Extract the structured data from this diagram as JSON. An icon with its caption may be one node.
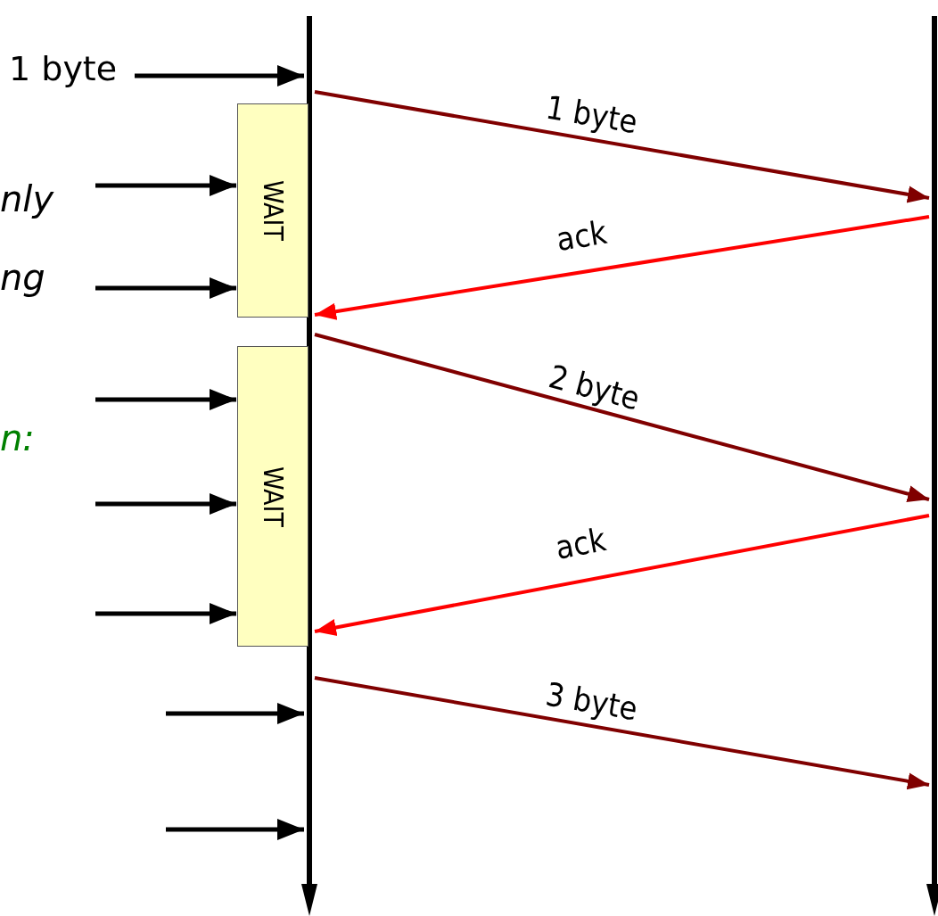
{
  "diagram": {
    "nodes": [
      {
        "text": [
          "1 byte"
        ]
      },
      {
        "text": [],
        "shape": "bar"
      },
      {
        "text": [],
        "shape": "bar"
      },
      {
        "text": [
          "WAIT"
        ]
      },
      {
        "text": [
          "WAIT"
        ]
      }
    ],
    "edges": [
      {
        "from": 0,
        "to": 1,
        "arrow": "to"
      },
      {
        "from": null,
        "to": 3,
        "arrow": "to"
      },
      {
        "from": null,
        "to": 3,
        "arrow": "to"
      },
      {
        "from": null,
        "to": 4,
        "arrow": "to"
      },
      {
        "from": null,
        "to": 4,
        "arrow": "to"
      },
      {
        "from": null,
        "to": 4,
        "arrow": "to"
      },
      {
        "from": null,
        "to": 1,
        "arrow": "to"
      },
      {
        "from": null,
        "to": 1,
        "arrow": "to"
      },
      {
        "from": 1,
        "to": 2,
        "arrow": "to",
        "label": "1 byte",
        "color": "#800000"
      },
      {
        "from": 2,
        "to": 1,
        "arrow": "to",
        "label": "ack",
        "color": "#ff0000"
      },
      {
        "from": 1,
        "to": 2,
        "arrow": "to",
        "label": "2 byte",
        "color": "#800000"
      },
      {
        "from": 2,
        "to": 1,
        "arrow": "to",
        "label": "ack",
        "color": "#ff0000"
      },
      {
        "from": 1,
        "to": 2,
        "arrow": "to",
        "label": "3 byte",
        "color": "#800000"
      }
    ],
    "labels": [
      "nly",
      "ng",
      "n:"
    ]
  }
}
